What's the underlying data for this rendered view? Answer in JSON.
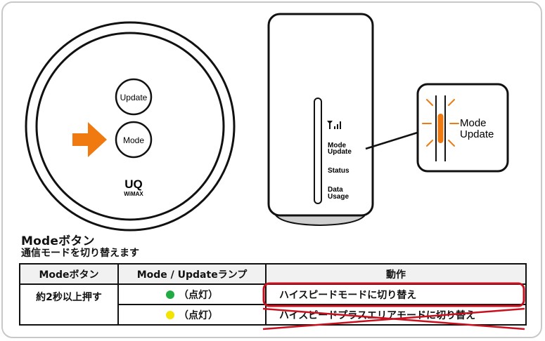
{
  "device_left": {
    "update_button": "Update",
    "mode_button": "Mode",
    "brand_main": "UQ",
    "brand_sub": "WiMAX"
  },
  "device_right": {
    "labels": [
      "Mode",
      "Update",
      "Status",
      "Data",
      "Usage"
    ],
    "callout_line1": "Mode",
    "callout_line2": "Update"
  },
  "caption": {
    "title": "Modeボタン",
    "subtitle": "通信モードを切り替えます"
  },
  "table": {
    "headers": [
      "Modeボタン",
      "Mode / Updateランプ",
      "動作"
    ],
    "press": "約2秒以上押す",
    "rows": [
      {
        "lamp_color": "#22aa44",
        "lamp_state": "（点灯）",
        "action": "ハイスピードモードに切り替え",
        "selected": true
      },
      {
        "lamp_color": "#f2e300",
        "lamp_state": "（点灯）",
        "action": "ハイスピードプラスエリアモードに切り替え",
        "crossed": true
      }
    ]
  },
  "colors": {
    "arrow": "#f07a10",
    "lamp_led": "#f07a10",
    "highlight": "#c8101e"
  }
}
